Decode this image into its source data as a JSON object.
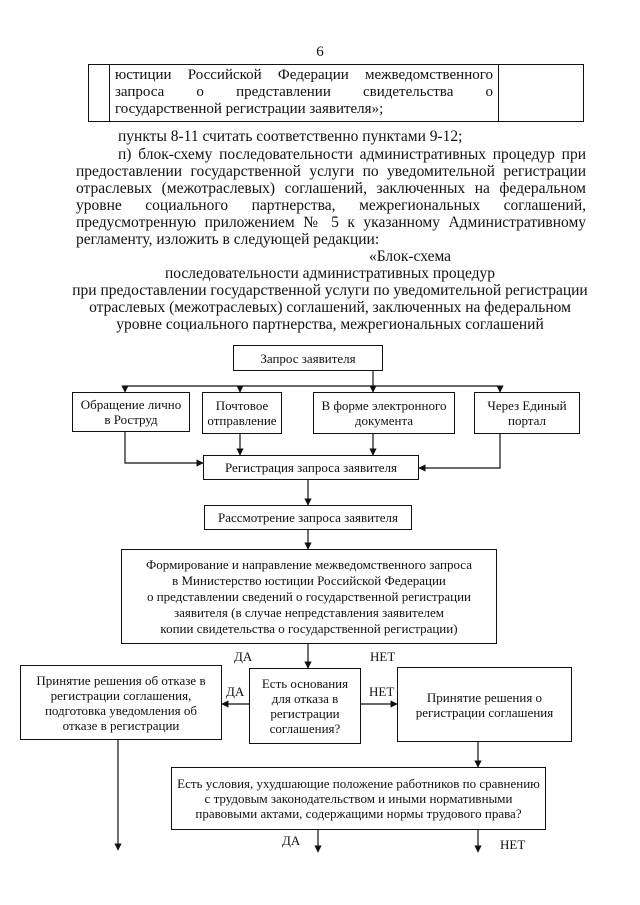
{
  "page_number": "6",
  "table_row": {
    "lines": [
      "юстиции Российской Федерации межведомственного",
      "запроса о представлении свидетельства о",
      "государственной регистрации заявителя»;"
    ]
  },
  "paragraphs": {
    "renumber": "пункты 8-11 считать соответственно пунктами 9-12;",
    "item_p": [
      "п) блок-схему последовательности административных процедур при",
      "предоставлении государственной услуги по уведомительной регистрации",
      "отраслевых (межотраслевых) соглашений, заключенных на федеральном",
      "уровне социального партнерства, межрегиональных соглашений,",
      "предусмотренную приложением № 5 к указанному Административному",
      "регламенту, изложить в следующей редакции:"
    ]
  },
  "scheme_title": [
    "«Блок-схема",
    "последовательности административных процедур",
    "при предоставлении государственной услуги по уведомительной регистрации",
    "отраслевых (межотраслевых) соглашений, заключенных на федеральном",
    "уровне социального партнерства, межрегиональных соглашений"
  ],
  "flowchart": {
    "request": "Запрос заявителя",
    "channel_personal": "Обращение лично\nв Роструд",
    "channel_post": "Почтовое\nотправление",
    "channel_electronic": "В форме электронного\nдокумента",
    "channel_portal": "Через Единый\nпортал",
    "registration": "Регистрация запроса заявителя",
    "review": "Рассмотрение запроса заявителя",
    "interagency": "Формирование и направление межведомственного запроса\nв Министерство юстиции Российской Федерации\nо представлении сведений о государственной регистрации\nзаявителя (в случае непредставления заявителем\nкопии свидетельства о государственной регистрации)",
    "refusal_grounds": "Есть основания\nдля отказа в\nрегистрации\nсоглашения?",
    "decision_refuse": "Принятие решения об отказе в\nрегистрации соглашения,\nподготовка уведомления об\nотказе в регистрации",
    "decision_register": "Принятие решения о\nрегистрации соглашения",
    "worsening_conditions": "Есть условия, ухудшающие положение работников по сравнению\nс трудовым законодательством и иными нормативными\nправовыми актами, содержащими нормы трудового права?",
    "yes": "ДА",
    "no": "НЕТ"
  }
}
